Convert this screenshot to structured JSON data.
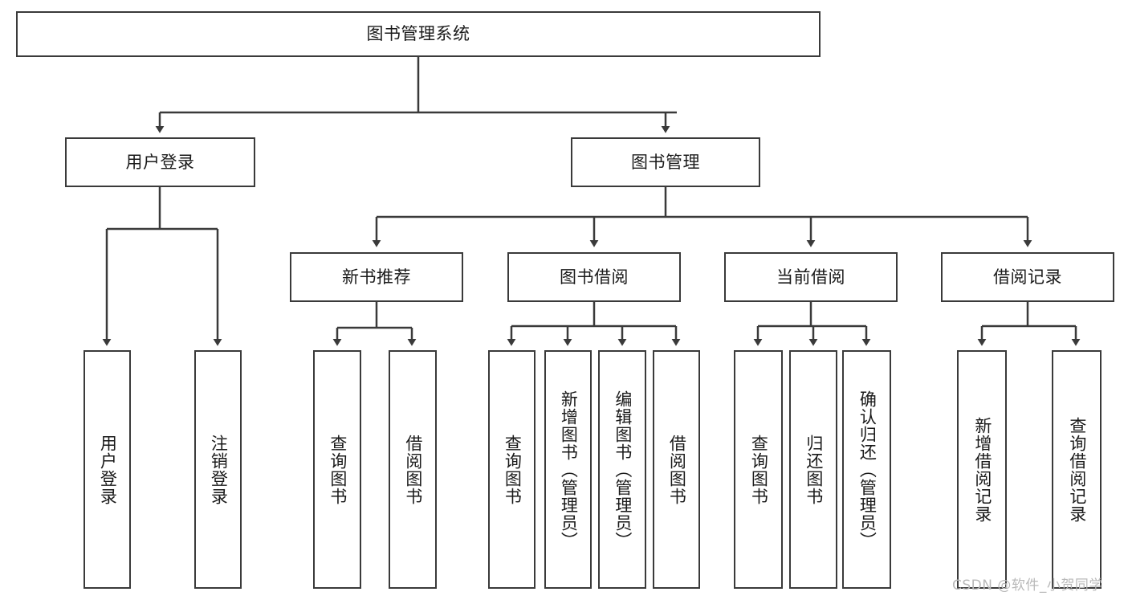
{
  "diagram": {
    "title": "图书管理系统",
    "type": "tree-hierarchy",
    "root": {
      "id": "root",
      "label": "图书管理系统"
    },
    "level2": [
      {
        "id": "user-login",
        "label": "用户登录"
      },
      {
        "id": "book-manage",
        "label": "图书管理"
      }
    ],
    "level3": [
      {
        "id": "new-book-rec",
        "label": "新书推荐",
        "parent": "book-manage"
      },
      {
        "id": "book-borrow",
        "label": "图书借阅",
        "parent": "book-manage"
      },
      {
        "id": "current-borrow",
        "label": "当前借阅",
        "parent": "book-manage"
      },
      {
        "id": "borrow-record",
        "label": "借阅记录",
        "parent": "book-manage"
      }
    ],
    "leaves": [
      {
        "id": "leaf-user-login",
        "label": "用户登录",
        "parent": "user-login"
      },
      {
        "id": "leaf-logout-login",
        "label": "注销登录",
        "parent": "user-login"
      },
      {
        "id": "leaf-query-book-1",
        "label": "查询图书",
        "parent": "new-book-rec"
      },
      {
        "id": "leaf-borrow-book-1",
        "label": "借阅图书",
        "parent": "new-book-rec"
      },
      {
        "id": "leaf-query-book-2",
        "label": "查询图书",
        "parent": "book-borrow"
      },
      {
        "id": "leaf-add-book",
        "label": "新增图书（管理员）",
        "parent": "book-borrow"
      },
      {
        "id": "leaf-edit-book",
        "label": "编辑图书（管理员）",
        "parent": "book-borrow"
      },
      {
        "id": "leaf-borrow-book-2",
        "label": "借阅图书",
        "parent": "book-borrow"
      },
      {
        "id": "leaf-query-book-3",
        "label": "查询图书",
        "parent": "current-borrow"
      },
      {
        "id": "leaf-return-book",
        "label": "归还图书",
        "parent": "current-borrow"
      },
      {
        "id": "leaf-confirm-return",
        "label": "确认归还（管理员）",
        "parent": "current-borrow"
      },
      {
        "id": "leaf-add-record",
        "label": "新增借阅记录",
        "parent": "borrow-record"
      },
      {
        "id": "leaf-query-record",
        "label": "查询借阅记录",
        "parent": "borrow-record"
      }
    ],
    "colors": {
      "border": "#3a3a3a",
      "background": "#ffffff",
      "text": "#1a1a1a",
      "watermark": "#b9b9b9"
    }
  },
  "watermark": {
    "text": "CSDN @软件_小贺同学"
  }
}
